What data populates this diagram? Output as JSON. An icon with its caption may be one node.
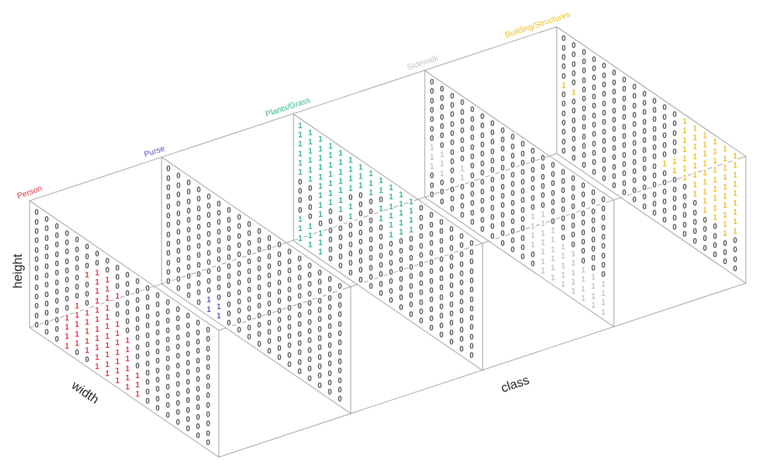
{
  "diagram": {
    "nodes": [
      {
        "text": [
          "Person",
          "0 0 0 0 0 0 0 0 0 0 0 0 0",
          "0 0 0 0 0 0 0 0 0 0 0 0 0",
          "0 0 0 0 0 0 0 0 0 0 0 0 0",
          "0 0 0 0 0 0 0 0 0 1 1 1 1",
          "0 0 0 0 0 0 0 1 1 1 1 1 0",
          "0 0 0 1 0 0 0 1 1 1 1 1 0",
          "0 0 1 1 1 1 1 1 1 1 1 1 1",
          "0 0 1 1 1 1 1 1 1 1 1 1 1",
          "0 0 0 1 0 0 1 1 1 1 1 1 1",
          "0 0 0 0 0 0 0 1 1 1 1 1 1",
          "0 0 0 0 0 0 0 0 0 0 1 1 1",
          "0 0 0 0 0 0 0 0 0 0 0 0 0",
          "0 0 0 0 0 0 0 0 0 0 0 0 0",
          "0 0 0 0 0 0 0 0 0 0 0 0 0",
          "0 0 0 0 0 0 0 0 0 0 0 0 0",
          "0 0 0 0 0 0 0 0 0 0 0 0 0",
          "0 0 0 0 0 0 0 0 0 0 0 0 0",
          "0 0 0 0 0 0 0 0 0 0 0 0 0"
        ]
      },
      {
        "text": [
          "Purse",
          "0 0 0 0 0 0 0 0 0 0 0 0 0",
          "0 0 0 0 0 0 0 0 0 0 0 0 0",
          "0 0 0 0 0 0 0 0 0 0 0 0 0",
          "0 0 0 0 0 0 0 0 0 0 0 0 0",
          "0 0 0 0 0 0 0 0 0 0 0 1 1",
          "0 0 0 0 0 0 0 0 0 0 0 1 1",
          "0 0 0 0 0 0 0 0 0 0 0 0 0",
          "0 0 0 0 0 0 0 0 0 0 0 0 0",
          "0 0 0 0 0 0 0 0 0 0 0 0 0",
          "0 0 0 0 0 0 0 0 0 0 0 0 0",
          "0 0 0 0 0 0 0 0 0 0 0 0 0",
          "0 0 0 0 0 0 0 0 0 0 0 0 0",
          "0 0 0 0 0 0 0 0 0 0 0 0 0",
          "0 0 0 0 0 0 0 0 0 0 0 0 0",
          "0 0 0 0 0 0 0 0 0 0 0 0 0",
          "0 0 0 0 0 0 0 0 0 0 0 0 0",
          "0 0 0 0 0 0 0 0 0 0 0 0 0",
          "0 0 0 0 0 0 0 0 0 0 0 0 0"
        ]
      },
      {
        "text": [
          "Plants/Grass",
          "1 1 1 1 1 1 0 0 0 0 1 1 1",
          "1 1 1 1 1 1 0 0 0 0 1 1 1",
          "1 1 1 1 1 1 1 1 1 0 1 1 1",
          "1 1 1 1 1 1 1 0 0 0 0 0 0",
          "1 1 1 1 1 1 1 0 0 0 0 0 0",
          "1 1 1 1 0 1 1 0 0 0 0 0 0",
          "1 1 1 0 0 0 0 0 0 0 0 0 0",
          "1 1 1 0 0 0 0 0 0 0 0 0 0",
          "1 1 0 1 1 0 0 0 0 0 0 0 0",
          "1 1 1 1 1 1 0 0 0 0 0 0 0",
          "1 1 1 1 1 0 0 0 0 0 0 0 0",
          "1 1 1 1 0 0 0 0 0 0 0 0 0",
          "0 0 0 0 0 0 0 0 0 0 0 0 0",
          "0 0 0 0 0 0 0 0 0 0 0 0 0",
          "0 0 0 0 0 0 0 0 0 0 0 0 0",
          "0 0 0 0 0 0 0 0 0 0 0 0 0",
          "0 0 0 0 0 0 0 0 0 0 0 0 0",
          "0 0 0 0 0 0 0 0 0 0 0 0 0"
        ]
      },
      {
        "text": [
          "Sidewalk",
          "0 0 0 0 0 0 0 1 1 1 0 0 0",
          "0 0 0 0 0 0 0 1 1 1 0 0 0",
          "0 0 0 0 0 0 0 0 0 0 0 0 0",
          "0 0 0 0 0 0 0 1 1 0 0 0 0",
          "0 0 0 0 0 0 0 0 0 0 0 0 0",
          "0 0 0 0 0 0 0 0 0 0 0 0 0",
          "0 0 0 0 0 0 0 0 0 0 0 0 0",
          "0 0 0 0 0 0 0 0 0 0 0 0 0",
          "0 0 0 0 0 0 0 0 0 0 0 0 0",
          "0 0 0 0 0 0 0 0 0 0 0 0 0",
          "0 0 0 0 0 0 0 1 1 1 1 0 0",
          "0 0 0 0 0 0 1 1 1 1 1 1 1",
          "0 0 0 0 0 0 0 1 1 1 1 1 1",
          "0 0 0 0 0 0 0 0 1 1 1 1 1",
          "0 0 0 0 0 0 0 0 1 1 1 1 1",
          "0 0 0 0 0 0 0 0 0 1 1 1 1",
          "0 0 0 0 0 0 0 0 0 1 1 1 1",
          "0 0 0 0 0 0 0 0 0 1 1 1 1"
        ]
      },
      {
        "text": [
          "Building/Structures",
          "0 0 0 0 0 1 0 0 0 0 0 0 0",
          "0 0 0 0 0 1 0 0 0 0 0 0 0",
          "0 0 0 0 0 0 0 0 0 0 0 0 0",
          "0 0 0 0 0 0 0 0 0 0 0 0 0",
          "0 0 0 0 0 0 0 0 0 0 0 0 0",
          "0 0 0 0 0 0 0 0 0 0 0 0 0",
          "0 0 0 0 0 0 0 0 0 0 0 0 0",
          "0 0 0 0 0 0 0 0 0 0 0 0 0",
          "0 0 0 0 0 0 0 0 0 0 0 0 0",
          "0 0 0 0 0 0 0 0 0 0 0 0 0",
          "0 0 0 0 0 0 1 0 0 0 0 0 0",
          "0 0 0 0 0 1 1 0 0 0 0 0 0",
          "1 1 1 1 1 1 1 0 0 0 0 0 0",
          "1 1 1 1 1 1 1 1 0 0 0 0 0",
          "1 1 1 1 1 1 1 1 1 0 0 0 0",
          "1 1 1 1 1 1 1 1 1 0 0 0 0",
          "1 1 1 1 1 1 1 1 1 1 0 0 0",
          "1 1 1 1 1 1 1 1 1 0 0 0 0"
        ]
      }
    ],
    "labels": [
      "height",
      "width",
      "class"
    ]
  }
}
